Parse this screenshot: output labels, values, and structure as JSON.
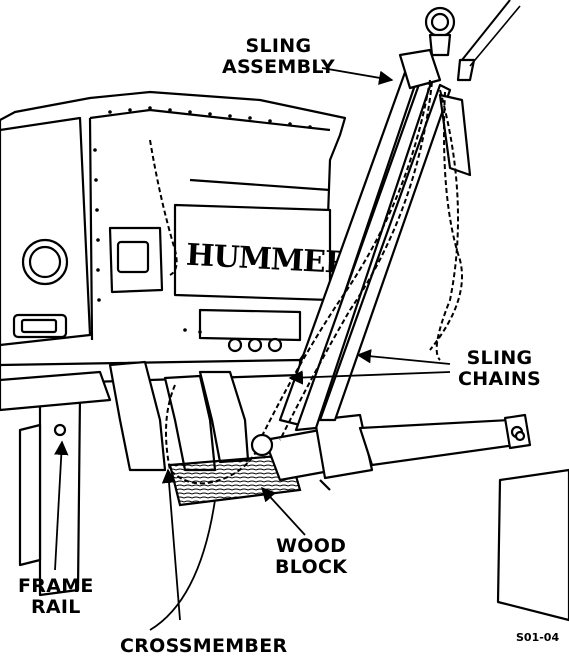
{
  "figure": {
    "figure_id": "S01-04",
    "brand_text": "HUMMER"
  },
  "callouts": {
    "sling_assembly_line1": "SLING",
    "sling_assembly_line2": "ASSEMBLY",
    "sling_chains_line1": "SLING",
    "sling_chains_line2": "CHAINS",
    "wood_block_line1": "WOOD",
    "wood_block_line2": "BLOCK",
    "frame_rail_line1": "FRAME",
    "frame_rail_line2": "RAIL",
    "crossmember": "CROSSMEMBER"
  }
}
